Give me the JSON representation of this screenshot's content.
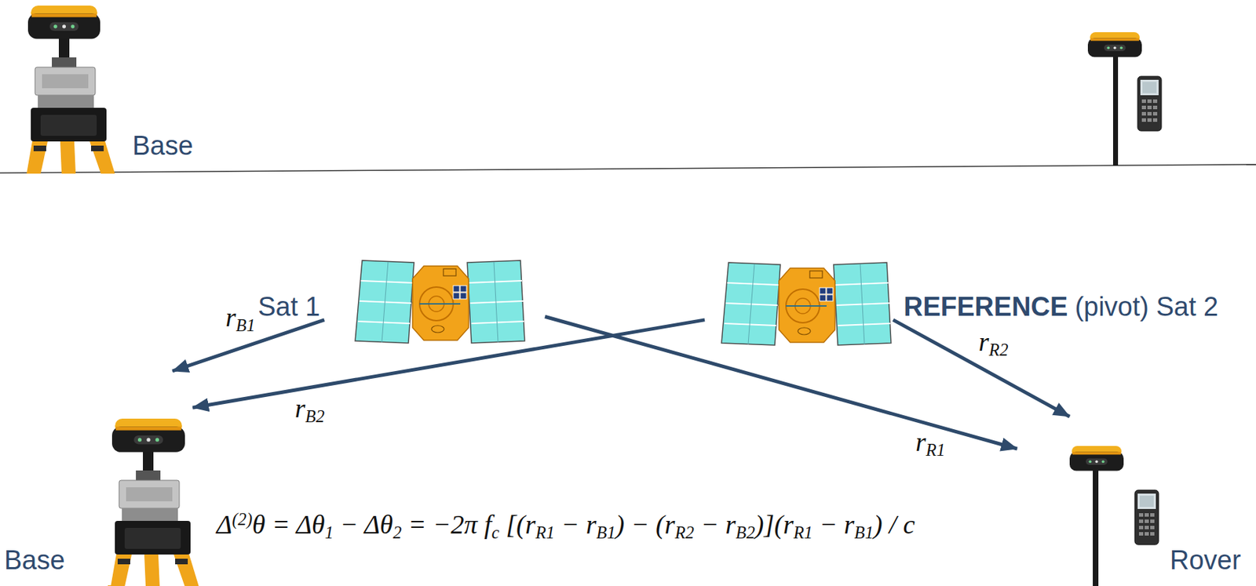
{
  "diagram": {
    "nodes": [
      {
        "text": [
          "Base"
        ]
      },
      {
        "text": [
          "Sat 1"
        ]
      },
      {
        "text": [
          "REFERENCE",
          "(pivot) Sat 2"
        ]
      },
      {
        "text": [
          "Base"
        ]
      },
      {
        "text": [
          "Rover"
        ]
      }
    ],
    "edges": [
      {
        "from": 1,
        "to": 3,
        "arrow": "to",
        "label": "rB1"
      },
      {
        "from": 2,
        "to": 3,
        "arrow": "to",
        "label": "rB2"
      },
      {
        "from": 1,
        "to": 4,
        "arrow": "to",
        "label": "rR1"
      },
      {
        "from": 2,
        "to": 4,
        "arrow": "to",
        "label": "rR2"
      }
    ],
    "labels": [
      "Δ(2)θ = Δθ1 − Δθ2 = −2π fc [(rR1 − rB1) − (rR2 − rB2)](rR1 − rB1) / c"
    ]
  }
}
